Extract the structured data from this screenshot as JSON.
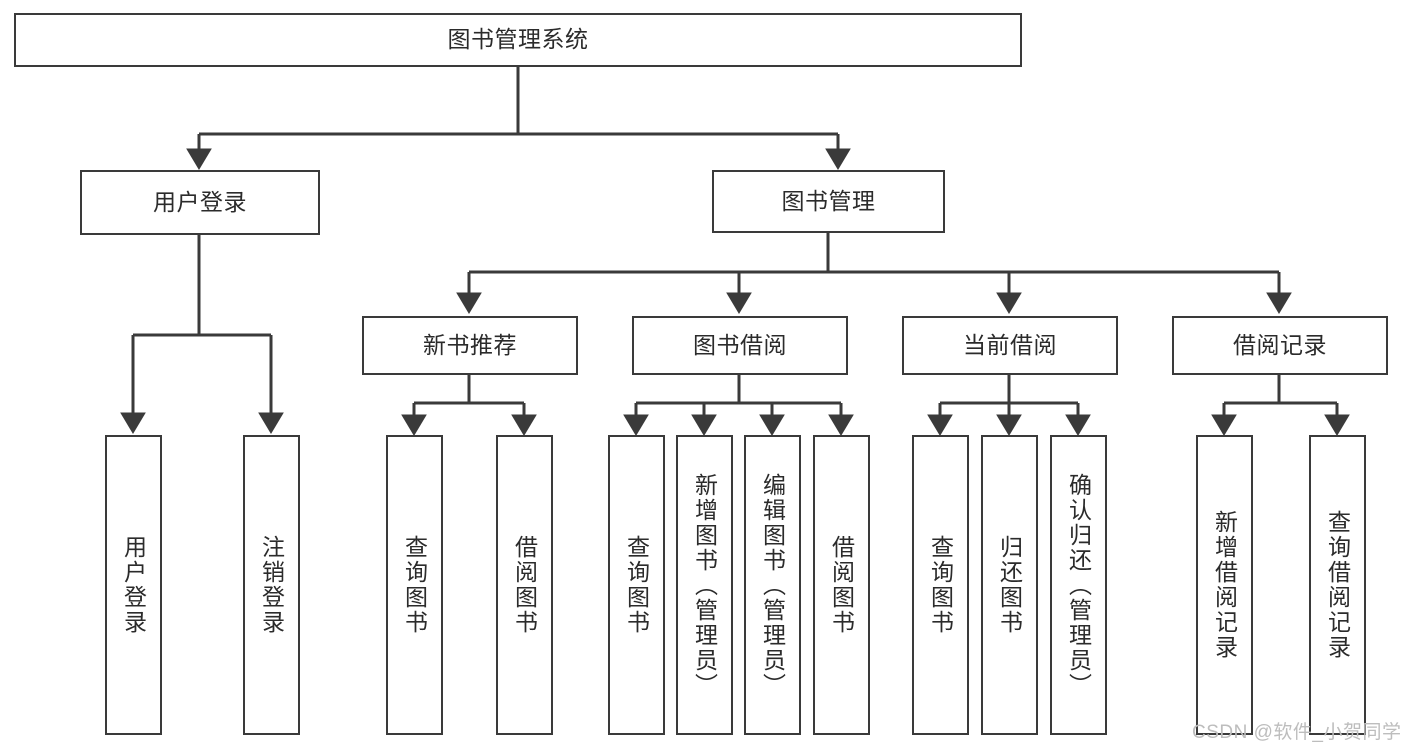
{
  "diagram": {
    "title": "图书管理系统",
    "style": {
      "line_color": "#3a3a3a",
      "box_border_color": "#3a3a3a",
      "box_fill": "#ffffff",
      "text_color": "#2b2b2b",
      "background": "#ffffff"
    },
    "levels": {
      "root": {
        "label": "图书管理系统"
      },
      "level1": [
        {
          "label": "用户登录"
        },
        {
          "label": "图书管理"
        }
      ],
      "level2": [
        {
          "label": "新书推荐"
        },
        {
          "label": "图书借阅"
        },
        {
          "label": "当前借阅"
        },
        {
          "label": "借阅记录"
        }
      ],
      "leaves": {
        "user_login": [
          {
            "label": "用户登录"
          },
          {
            "label": "注销登录"
          }
        ],
        "new_book": [
          {
            "label": "查询图书"
          },
          {
            "label": "借阅图书"
          }
        ],
        "book_borrow": [
          {
            "label": "查询图书"
          },
          {
            "label": "新增图书（管理员）"
          },
          {
            "label": "编辑图书（管理员）"
          },
          {
            "label": "借阅图书"
          }
        ],
        "current_borrow": [
          {
            "label": "查询图书"
          },
          {
            "label": "归还图书"
          },
          {
            "label": "确认归还（管理员）"
          }
        ],
        "borrow_record": [
          {
            "label": "新增借阅记录"
          },
          {
            "label": "查询借阅记录"
          }
        ]
      }
    }
  },
  "watermark": {
    "text": "CSDN @软件_小贺同学"
  }
}
